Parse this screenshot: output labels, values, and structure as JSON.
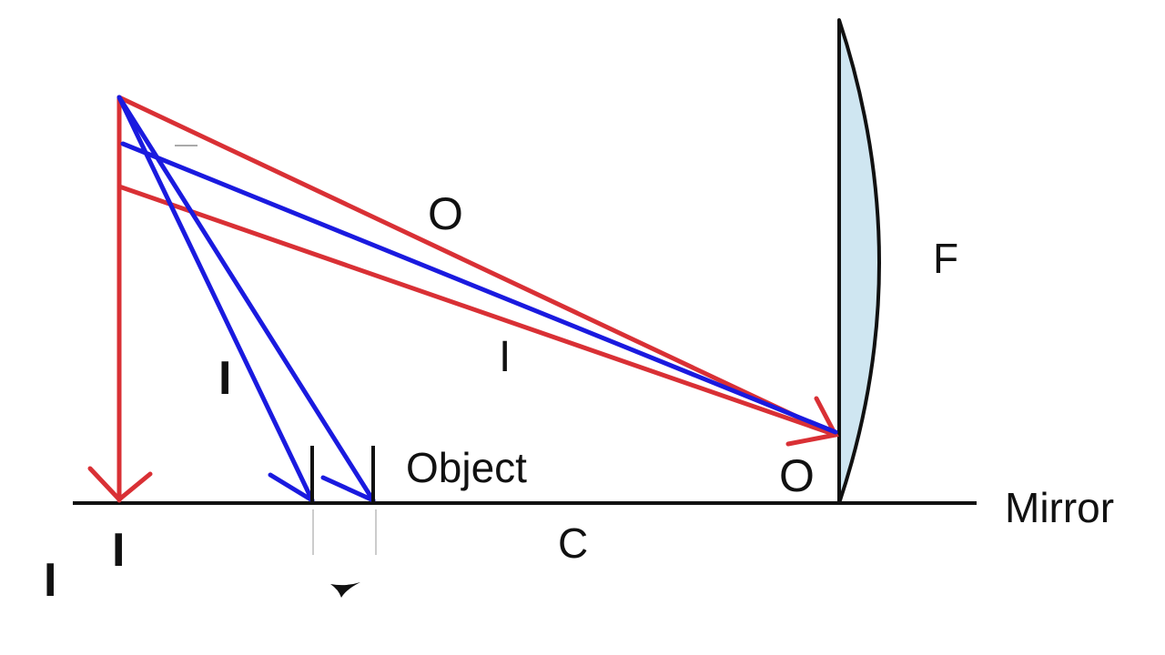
{
  "labels": {
    "o_top": "O",
    "f": "F",
    "i_mid": "I",
    "i_left": "I",
    "object": "Object",
    "o_bottom": "O",
    "mirror": "Mirror",
    "c": "C",
    "i_axis": "I",
    "i_far": "I"
  },
  "colors": {
    "red_ray": "#d93035",
    "blue_ray": "#1a1adf",
    "mirror_fill": "#cfe6f1",
    "axis": "#111111"
  }
}
